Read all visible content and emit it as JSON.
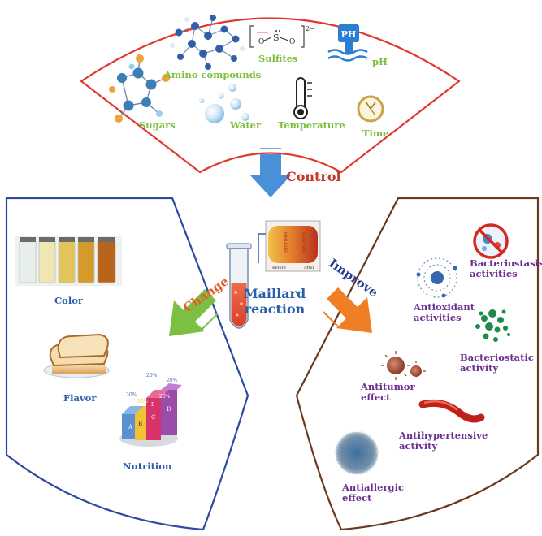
{
  "control": {
    "label": "Control",
    "factors": {
      "amino": "Amino compounds",
      "sulfites": "Sulfites",
      "ph": "pH",
      "ph_sign": "PH",
      "sugars": "Sugars",
      "water": "Water",
      "temperature": "Temperature",
      "time": "Time"
    }
  },
  "center": {
    "title_line1": "Maillard",
    "title_line2": "reaction",
    "photo_left": "Before",
    "photo_right": "After",
    "photo_text_left": "MAILLARD",
    "photo_text_right": "REACTION"
  },
  "change": {
    "label": "Change",
    "items": {
      "color": "Color",
      "flavor": "Flavor",
      "nutrition": "Nutrition"
    },
    "chart_percents": [
      "30%",
      "20%",
      "20%",
      "30%",
      "20%"
    ],
    "chart_letters": [
      "A",
      "B",
      "C",
      "D",
      "E"
    ]
  },
  "improve": {
    "label": "Improve",
    "items": {
      "bacteriostasis": "Bacteriostasis activities",
      "antioxidant": "Antioxidant activities",
      "bacteriostatic": "Bacteriostatic activity",
      "antitumor": "Antitumor effect",
      "antihypertensive": "Antihypertensive activity",
      "antiallergic": "Antiallergic effect"
    }
  },
  "sulfite_formula": {
    "charge": "2−",
    "s": "S",
    "o": "O"
  },
  "colors": {
    "control_border": "#e0382e",
    "change_border": "#2b4aa0",
    "improve_border": "#6b3a1e",
    "arrow_blue": "#4a90d9",
    "arrow_green": "#7cc043",
    "arrow_orange": "#f07e26",
    "control_text": "#c0392b",
    "change_text": "#e0602a",
    "improve_text": "#2a3e8f"
  }
}
